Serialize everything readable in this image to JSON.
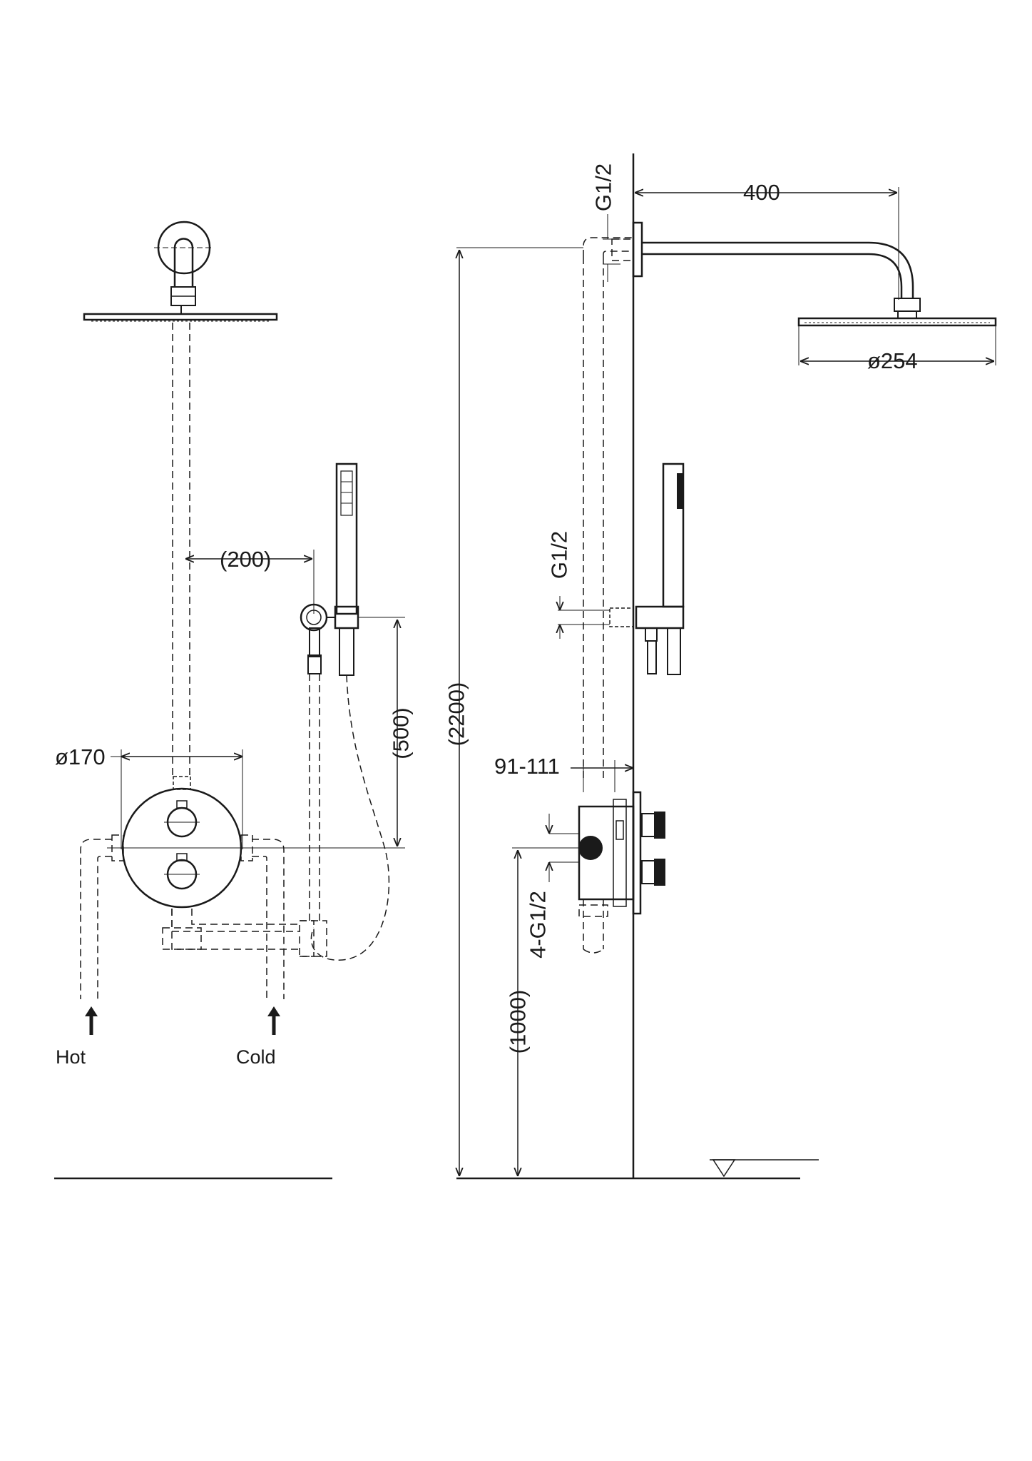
{
  "front_view": {
    "dim_arm_offset": "(200)",
    "dim_valve_diameter": "ø170",
    "dim_handshower_height": "(500)",
    "label_hot": "Hot",
    "label_cold": "Cold"
  },
  "side_view": {
    "dim_top_thread": "G1/2",
    "dim_arm_length": "400",
    "dim_head_diameter": "ø254",
    "dim_holder_thread": "G1/2",
    "dim_total_height": "(2200)",
    "dim_wall_depth": "91-111",
    "dim_valve_threads": "4-G1/2",
    "dim_valve_height": "(1000)"
  },
  "colors": {
    "line": "#1a1a1a",
    "background": "#ffffff"
  }
}
